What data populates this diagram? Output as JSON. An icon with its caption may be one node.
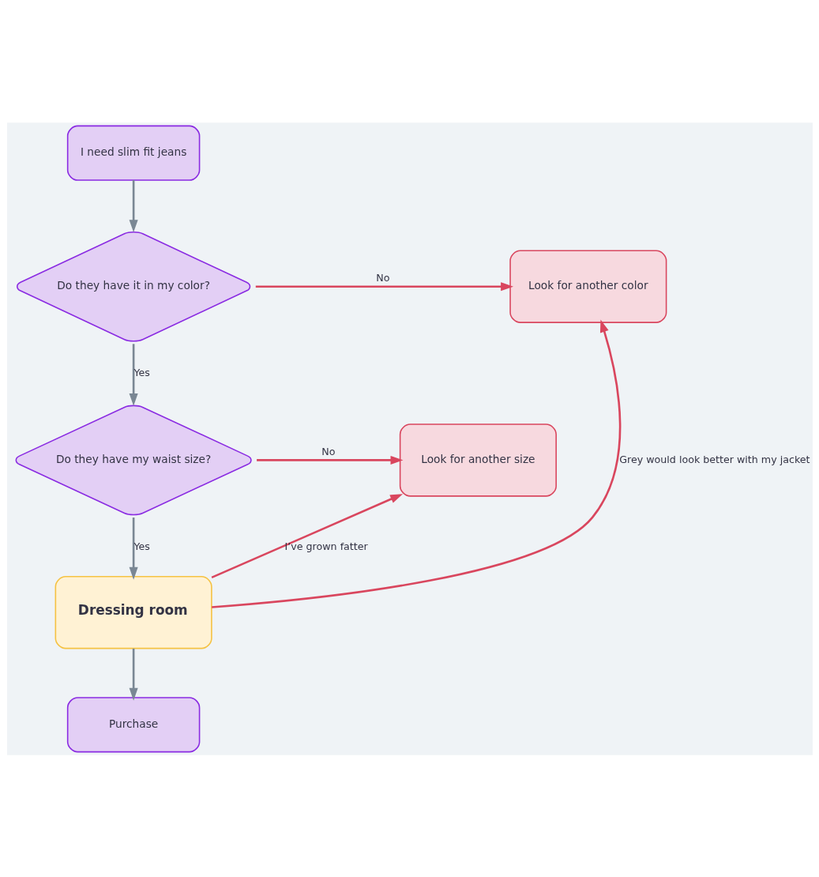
{
  "diagram": {
    "nodes": [
      {
        "text": [
          "I need slim fit jeans"
        ]
      },
      {
        "text": [
          "Do they have it in my color?"
        ]
      },
      {
        "text": [
          "Look for another color"
        ]
      },
      {
        "text": [
          "Do they have my waist size?"
        ]
      },
      {
        "text": [
          "Look for another size"
        ]
      },
      {
        "text": [
          "Dressing room"
        ]
      },
      {
        "text": [
          "Purchase"
        ]
      }
    ],
    "edges": [
      {
        "from": 0,
        "to": 1,
        "arrow": "to"
      },
      {
        "from": 1,
        "to": 2,
        "arrow": "to",
        "label": "No",
        "color": "#d9465e"
      },
      {
        "from": 1,
        "to": 3,
        "arrow": "to",
        "label": "Yes"
      },
      {
        "from": 3,
        "to": 4,
        "arrow": "to",
        "label": "No",
        "color": "#d9465e"
      },
      {
        "from": 3,
        "to": 5,
        "arrow": "to",
        "label": "Yes"
      },
      {
        "from": 5,
        "to": 4,
        "arrow": "to",
        "label": "I’ve grown fatter",
        "color": "#d9465e"
      },
      {
        "from": 5,
        "to": 2,
        "arrow": "to",
        "label": "Grey would look better with my jacket",
        "color": "#d9465e"
      },
      {
        "from": 5,
        "to": 6,
        "arrow": "to"
      }
    ]
  }
}
